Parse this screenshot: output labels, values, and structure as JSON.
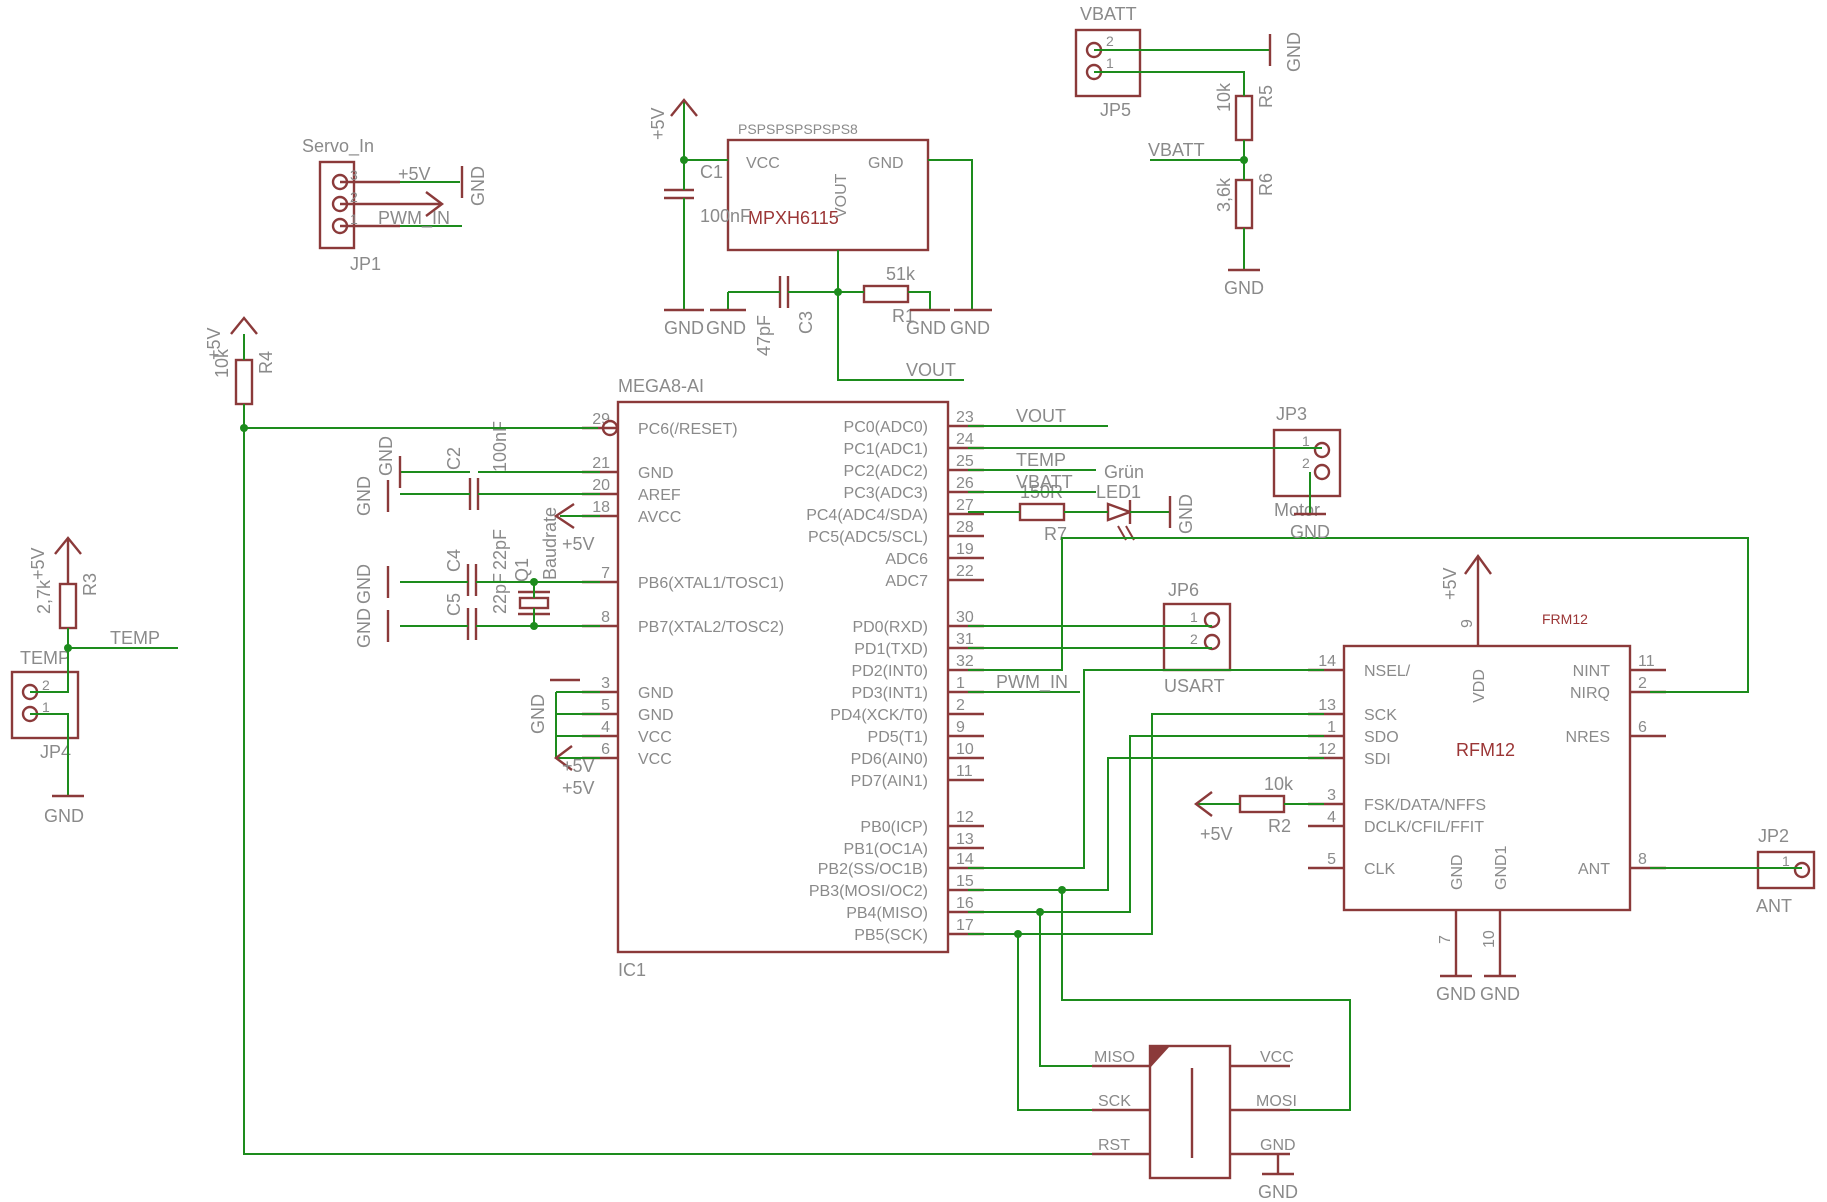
{
  "ic1": {
    "title": "MEGA8-AI",
    "name": "IC1",
    "left_pins": [
      {
        "num": "29",
        "name": "PC6(/RESET)"
      },
      {
        "num": "21",
        "name": "GND"
      },
      {
        "num": "20",
        "name": "AREF"
      },
      {
        "num": "18",
        "name": "AVCC"
      },
      {
        "num": "7",
        "name": "PB6(XTAL1/TOSC1)"
      },
      {
        "num": "8",
        "name": "PB7(XTAL2/TOSC2)"
      },
      {
        "num": "3",
        "name": "GND"
      },
      {
        "num": "5",
        "name": "GND"
      },
      {
        "num": "4",
        "name": "VCC"
      },
      {
        "num": "6",
        "name": "VCC"
      }
    ],
    "right_pins": [
      {
        "num": "23",
        "name": "PC0(ADC0)"
      },
      {
        "num": "24",
        "name": "PC1(ADC1)"
      },
      {
        "num": "25",
        "name": "PC2(ADC2)"
      },
      {
        "num": "26",
        "name": "PC3(ADC3)"
      },
      {
        "num": "27",
        "name": "PC4(ADC4/SDA)"
      },
      {
        "num": "28",
        "name": "PC5(ADC5/SCL)"
      },
      {
        "num": "19",
        "name": "ADC6"
      },
      {
        "num": "22",
        "name": "ADC7"
      },
      {
        "num": "30",
        "name": "PD0(RXD)"
      },
      {
        "num": "31",
        "name": "PD1(TXD)"
      },
      {
        "num": "32",
        "name": "PD2(INT0)"
      },
      {
        "num": "1",
        "name": "PD3(INT1)"
      },
      {
        "num": "2",
        "name": "PD4(XCK/T0)"
      },
      {
        "num": "9",
        "name": "PD5(T1)"
      },
      {
        "num": "10",
        "name": "PD6(AIN0)"
      },
      {
        "num": "11",
        "name": "PD7(AIN1)"
      },
      {
        "num": "12",
        "name": "PB0(ICP)"
      },
      {
        "num": "13",
        "name": "PB1(OC1A)"
      },
      {
        "num": "14",
        "name": "PB2(SS/OC1B)"
      },
      {
        "num": "15",
        "name": "PB3(MOSI/OC2)"
      },
      {
        "num": "16",
        "name": "PB4(MISO)"
      },
      {
        "num": "17",
        "name": "PB5(SCK)"
      }
    ]
  },
  "rfm12": {
    "value": "FRM12",
    "name": "RFM12",
    "left_pins": [
      {
        "num": "14",
        "name": "NSEL/"
      },
      {
        "num": "13",
        "name": "SCK"
      },
      {
        "num": "1",
        "name": "SDO"
      },
      {
        "num": "12",
        "name": "SDI"
      },
      {
        "num": "3",
        "name": "FSK/DATA/NFFS"
      },
      {
        "num": "4",
        "name": "DCLK/CFIL/FFIT"
      },
      {
        "num": "5",
        "name": "CLK"
      }
    ],
    "right_pins": [
      {
        "num": "11",
        "name": "NINT"
      },
      {
        "num": "2",
        "name": "NIRQ"
      },
      {
        "num": "6",
        "name": "NRES"
      },
      {
        "num": "8",
        "name": "ANT"
      }
    ],
    "top_pin": {
      "num": "9",
      "name": "VDD"
    },
    "bottom_pins": [
      {
        "num": "7",
        "name": "GND"
      },
      {
        "num": "10",
        "name": "GND1"
      }
    ]
  },
  "sensor": {
    "name": "MPXH6115",
    "ref": "PSPSPSPSPSPS8",
    "pin_vcc": "VCC",
    "pin_gnd": "GND",
    "pin_vout": "VOUT"
  },
  "isp": {
    "pins_left": [
      "MISO",
      "SCK",
      "RST"
    ],
    "pins_right": [
      "VCC",
      "MOSI",
      "GND"
    ]
  },
  "connectors": {
    "jp1": {
      "name": "JP1",
      "value": "Servo_In",
      "pins": [
        "3",
        "2",
        "1"
      ]
    },
    "jp2": {
      "name": "JP2",
      "value": "ANT",
      "pins": [
        "1"
      ]
    },
    "jp3": {
      "name": "JP3",
      "value": "Motor",
      "pins": [
        "1",
        "2"
      ]
    },
    "jp4": {
      "name": "JP4",
      "value": "TEMP",
      "pins": [
        "2",
        "1"
      ]
    },
    "jp5": {
      "name": "JP5",
      "value": "VBATT",
      "pins": [
        "2",
        "1"
      ]
    },
    "jp6": {
      "name": "JP6",
      "value": "USART",
      "pins": [
        "1",
        "2"
      ]
    }
  },
  "components": {
    "c1": {
      "name": "C1",
      "value": "100nF"
    },
    "c2": {
      "name": "C2",
      "value": "100nF"
    },
    "c3": {
      "name": "C3",
      "value": "47pF"
    },
    "c4": {
      "name": "C4",
      "value": "22pF"
    },
    "c5": {
      "name": "C5",
      "value": "22pF"
    },
    "q1": {
      "name": "Q1",
      "value": "Baudrate"
    },
    "r1": {
      "name": "R1",
      "value": "51k"
    },
    "r2": {
      "name": "R2",
      "value": "10k"
    },
    "r3": {
      "name": "R3",
      "value": "2,7k"
    },
    "r4": {
      "name": "R4",
      "value": "10k"
    },
    "r5": {
      "name": "R5",
      "value": "10k"
    },
    "r6": {
      "name": "R6",
      "value": "3,6k"
    },
    "r7": {
      "name": "R7",
      "value": "150R"
    },
    "led1": {
      "name": "LED1",
      "value": "Grün"
    }
  },
  "power": {
    "vcc": "+5V",
    "gnd": "GND",
    "vbatt": "VBATT"
  },
  "nets": {
    "vout": "VOUT",
    "temp": "TEMP",
    "pwm_in": "PWM_IN",
    "vbatt": "VBATT"
  }
}
